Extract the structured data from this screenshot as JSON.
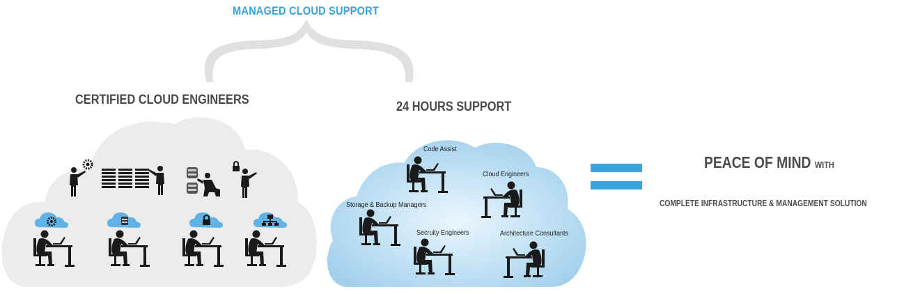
{
  "title": "MANAGED CLOUD SUPPORT",
  "left_cloud": {
    "heading": "CERTIFIED CLOUD ENGINEERS",
    "fill": "#ececec"
  },
  "right_cloud": {
    "heading": "24 HOURS SUPPORT",
    "fill": "#a9d3ee",
    "roles": [
      {
        "label": "Code Assist"
      },
      {
        "label": "Cloud Engineers"
      },
      {
        "label": "Storage & Backup Managers"
      },
      {
        "label": "Secruity Engineers"
      },
      {
        "label": "Architecture Consultants"
      }
    ]
  },
  "result": {
    "headline": "PEACE OF MIND",
    "headline_suffix": "WITH",
    "subtitle": "COMPLETE INFRASTRUCTURE & MANAGEMENT SOLUTION"
  },
  "colors": {
    "accent": "#3aa2dc",
    "brace": "#e0e0e0",
    "equals": "#3aa2dc",
    "figure": "#1a1a1a",
    "icon_cloud": "#5fb3e6"
  },
  "icons": [
    "gear-icon",
    "server-rack-icon",
    "database-icon",
    "lock-icon",
    "network-icon",
    "person-at-desk-icon"
  ]
}
